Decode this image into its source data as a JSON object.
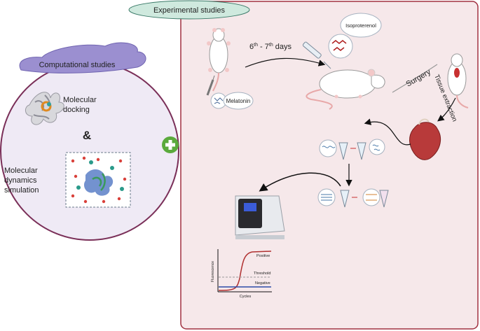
{
  "computational": {
    "title": "Computational studies",
    "docking_line1": "Molecular",
    "docking_line2": "docking",
    "ampersand": "&",
    "md_line1": "Molecular",
    "md_line2": "dynamics",
    "md_line3": "simulation"
  },
  "experimental": {
    "title": "Experimental studies",
    "days_base1": "6",
    "days_sup1": "th",
    "days_mid": " - 7",
    "days_sup2": "th",
    "days_end": " days",
    "melatonin": "Melatonin",
    "isoproterenol": "Isoproterenol",
    "surgery": "Surgery",
    "tissue_extraction": "Tissue extraction"
  },
  "qpcr": {
    "positive": "Positive",
    "threshold": "Threshold",
    "negative": "Negative",
    "ylabel": "Fluorescence",
    "xlabel": "Cycles"
  },
  "colors": {
    "comp_bg": "#efeaf5",
    "comp_border": "#7a2f58",
    "cloud_purple": "#9b8fd0",
    "exp_bg": "#f6e8ea",
    "exp_border": "#a03040",
    "cloud_green": "#cfe9de",
    "plus_green": "#5aaa3c",
    "curve_red": "#b03030",
    "negative_blue": "#2b4aa8",
    "label_green": "#2f6b1e"
  }
}
